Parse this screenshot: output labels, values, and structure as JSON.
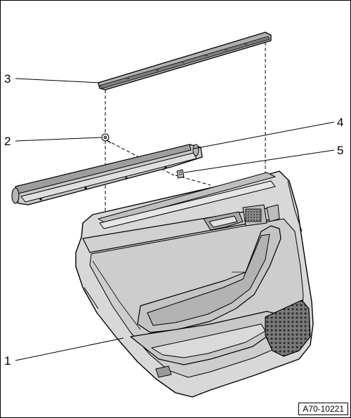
{
  "callouts": [
    {
      "number": "1",
      "part": "door-trim-panel"
    },
    {
      "number": "2",
      "part": "clip"
    },
    {
      "number": "3",
      "part": "window-seal-strip"
    },
    {
      "number": "4",
      "part": "trim-strip"
    },
    {
      "number": "5",
      "part": "retaining-clip"
    }
  ],
  "figure_id": "A70-10221"
}
